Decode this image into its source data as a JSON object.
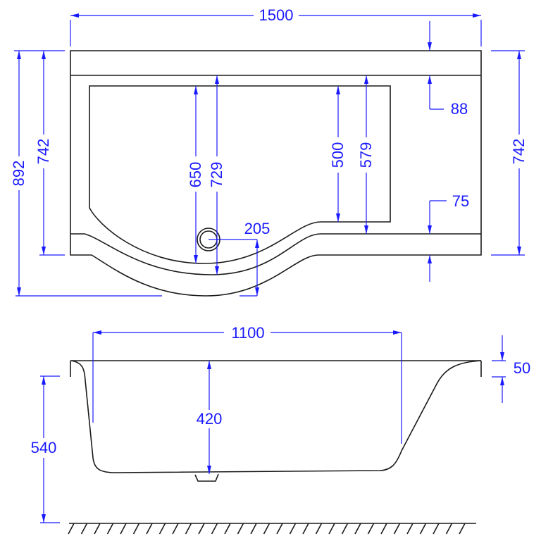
{
  "title": "Bathtub dimension drawing",
  "colors": {
    "outline": "#1a1a1a",
    "dimension": "#1a1aff"
  },
  "top_view": {
    "overall_width": "1500",
    "overall_depth": "892",
    "depth_left": "742",
    "depth_right": "742",
    "rim_top": "88",
    "rim_front": "75",
    "basin_depth_curve": "650",
    "inner_depth_curve": "729",
    "basin_depth_straight": "500",
    "inner_depth_straight": "579",
    "drain_offset": "205"
  },
  "side_view": {
    "bottom_length": "1100",
    "inner_height": "420",
    "total_height": "540",
    "rim_thickness": "50"
  }
}
